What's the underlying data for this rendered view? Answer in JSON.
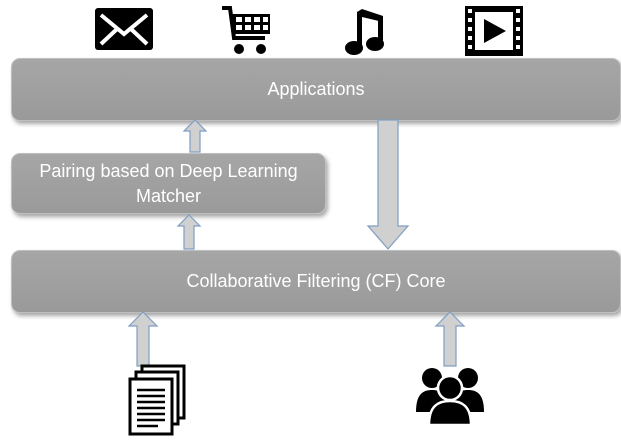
{
  "diagram": {
    "applications_label": "Applications",
    "matcher_label": "Pairing based on Deep Learning Matcher",
    "cf_core_label": "Collaborative Filtering (CF) Core"
  },
  "icons": {
    "top": [
      "mail-icon",
      "shopping-cart-icon",
      "music-note-icon",
      "video-play-icon"
    ],
    "bottom": [
      "documents-icon",
      "users-group-icon"
    ]
  },
  "colors": {
    "box_fill": "#a0a0a0",
    "arrow_fill": "#d0d0d0",
    "arrow_stroke": "#7f9ec2",
    "icon": "#000000"
  }
}
